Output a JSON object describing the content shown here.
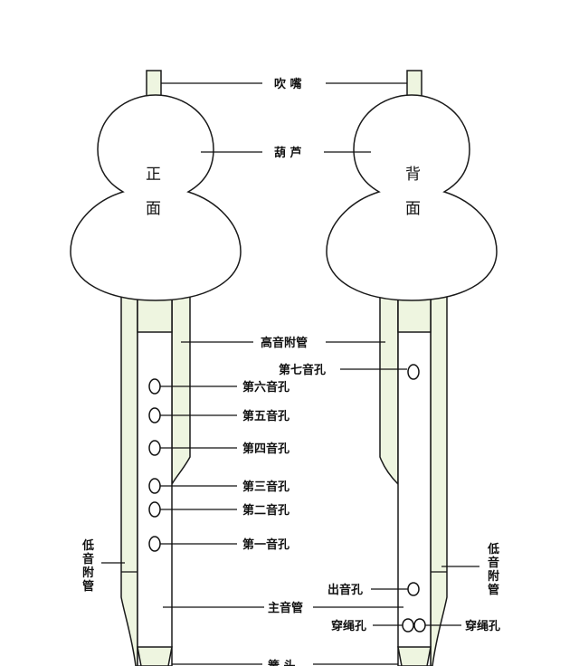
{
  "labels": {
    "mouthpiece": "吹 嘴",
    "gourd": "葫 芦",
    "high_tube": "高音附管",
    "hole7": "第七音孔",
    "hole6": "第六音孔",
    "hole5": "第五音孔",
    "hole4": "第四音孔",
    "hole3": "第三音孔",
    "hole2": "第二音孔",
    "hole1": "第一音孔",
    "low_tube": "低音附管",
    "outlet_hole": "出音孔",
    "main_tube": "主音管",
    "rope_hole": "穿绳孔",
    "reed_head": "簧 头"
  },
  "views": {
    "front_1": "正",
    "front_2": "面",
    "back_1": "背",
    "back_2": "面"
  },
  "colors": {
    "tube_fill": "#eef5e0",
    "stroke": "#1a1a1a"
  }
}
